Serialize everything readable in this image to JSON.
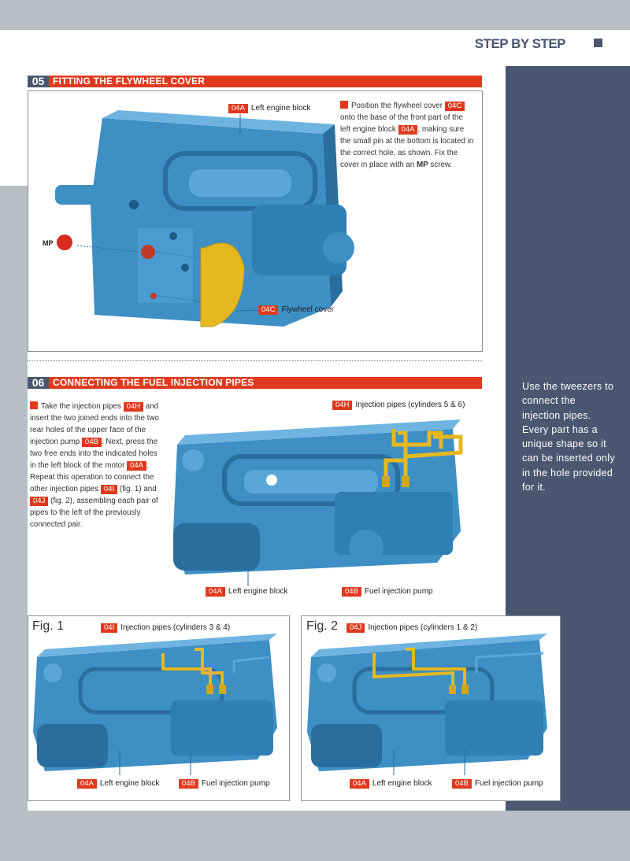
{
  "header": {
    "title_part1": "STEP",
    "title_part2": "BY STEP"
  },
  "section05": {
    "number": "05",
    "title": "FITTING THE FLYWHEEL COVER",
    "labels": {
      "left_block_tag": "04A",
      "left_block_text": "Left engine block",
      "flywheel_tag": "04C",
      "flywheel_text": "Flywheel cover",
      "mp": "MP"
    },
    "instruction": {
      "t1": "Position the flywheel cover",
      "tag1": "04C",
      "t2": "onto the base of the front part of the left engine block",
      "tag2": "04A",
      "t3": ", making sure the small pin at the bottom is located in the correct hole, as shown. Fix the cover in place with an",
      "bold": "MP",
      "t4": "screw."
    }
  },
  "section06": {
    "number": "06",
    "title": "CONNECTING THE FUEL INJECTION PIPES",
    "instruction": {
      "t1": "Take the injection pipes",
      "tag1": "04H",
      "t2": "and insert the two joined ends into the two rear holes of the upper face of the injection pump",
      "tag2": "04B",
      "t3": ". Next, press the two free ends into the indicated holes in the left block of the motor",
      "tag3": "04A",
      "t4": ". Repeat this operation to connect the other injection pipes",
      "tag4": "04I",
      "t5": "(fig. 1) and",
      "tag5": "04J",
      "t6": "(fig. 2), assembling each pair of pipes to the left of the previously connected pair."
    },
    "labels": {
      "pipes_tag": "04H",
      "pipes_text": "Injection pipes (cylinders 5 & 6)",
      "block_tag": "04A",
      "block_text": "Left engine block",
      "pump_tag": "04B",
      "pump_text": "Fuel injection pump"
    }
  },
  "fig1": {
    "title": "Fig. 1",
    "pipes_tag": "04I",
    "pipes_text": "Injection pipes (cylinders 3 & 4)",
    "block_tag": "04A",
    "block_text": "Left engine block",
    "pump_tag": "04B",
    "pump_text": "Fuel injection pump"
  },
  "fig2": {
    "title": "Fig. 2",
    "pipes_tag": "04J",
    "pipes_text": "Injection pipes (cylinders 1 & 2)",
    "block_tag": "04A",
    "block_text": "Left engine block",
    "pump_tag": "04B",
    "pump_text": "Fuel injection pump"
  },
  "sidebar": {
    "tip": "Use the tweezers to connect the injection pipes. Every part has a unique shape so it can be inserted only in the hole provided for it."
  },
  "colors": {
    "accent_red": "#e03a1e",
    "navy": "#4a5770",
    "engine_blue": "#3d8fc4",
    "pipe_yellow": "#e6b820"
  }
}
